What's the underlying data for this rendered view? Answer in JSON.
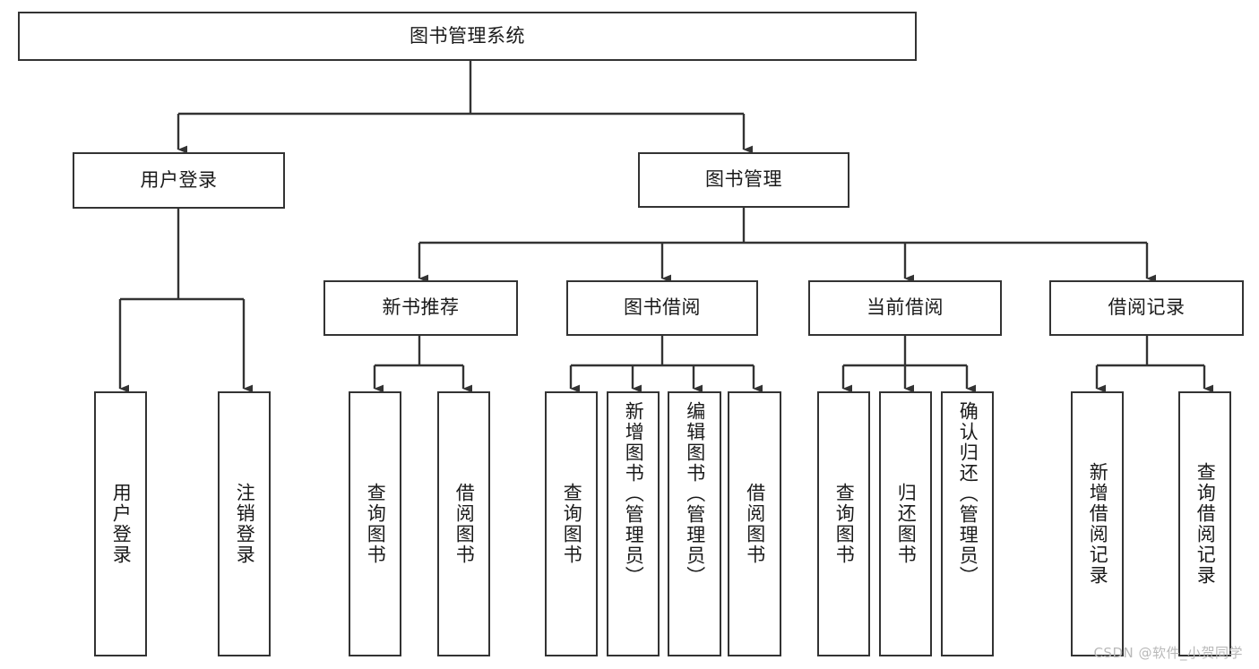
{
  "diagram": {
    "title": "图书管理系统",
    "type": "tree-hierarchy",
    "stroke_color": "#333333",
    "fill_color": "#ffffff",
    "text_color": "#1a1a1a",
    "watermark": "CSDN @软件_小贺同学"
  },
  "nodes": {
    "root": {
      "label": "图书管理系统"
    },
    "level2": [
      {
        "label": "用户登录"
      },
      {
        "label": "图书管理"
      }
    ],
    "level3": [
      {
        "label": "新书推荐"
      },
      {
        "label": "图书借阅"
      },
      {
        "label": "当前借阅"
      },
      {
        "label": "借阅记录"
      }
    ],
    "leaves": {
      "user_login": [
        {
          "label": "用户登录"
        },
        {
          "label": "注销登录"
        }
      ],
      "new_book_recommend": [
        {
          "label": "查询图书"
        },
        {
          "label": "借阅图书"
        }
      ],
      "book_borrow": [
        {
          "label": "查询图书"
        },
        {
          "label": "新增图书（管理员）"
        },
        {
          "label": "编辑图书（管理员）"
        },
        {
          "label": "借阅图书"
        }
      ],
      "current_borrow": [
        {
          "label": "查询图书"
        },
        {
          "label": "归还图书"
        },
        {
          "label": "确认归还（管理员）"
        }
      ],
      "borrow_record": [
        {
          "label": "新增借阅记录"
        },
        {
          "label": "查询借阅记录"
        }
      ]
    }
  }
}
